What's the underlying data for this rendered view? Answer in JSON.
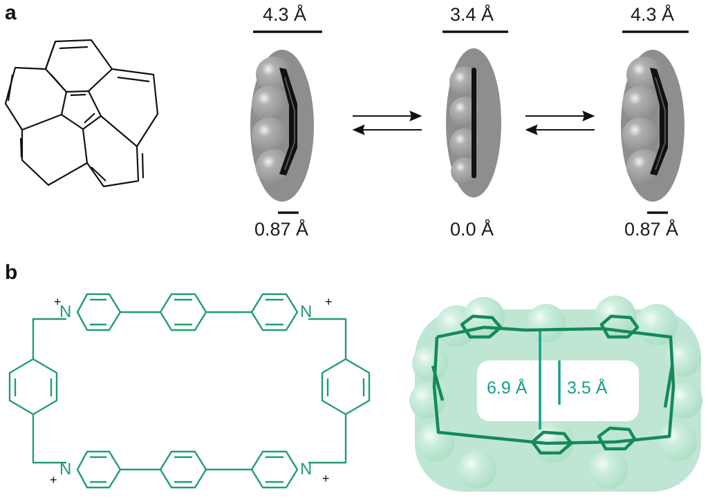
{
  "panels": {
    "a": {
      "label": "a",
      "thickness_labels": [
        "4.3 Å",
        "3.4 Å",
        "4.3 Å"
      ],
      "bowl_depth_labels": [
        "0.87 Å",
        "0.0 Å",
        "0.87 Å"
      ]
    },
    "b": {
      "label": "b",
      "charge": "+",
      "nitrogen": "N",
      "dimension_labels": [
        "6.9 Å",
        "3.5 Å"
      ]
    }
  },
  "colors": {
    "structure_black": "#111111",
    "cage_green": "#1f9e6a",
    "spacefill_gray": "#8e8e8e",
    "spacefill_green": "#bfe6d3",
    "dimension_teal": "#12a08a"
  }
}
